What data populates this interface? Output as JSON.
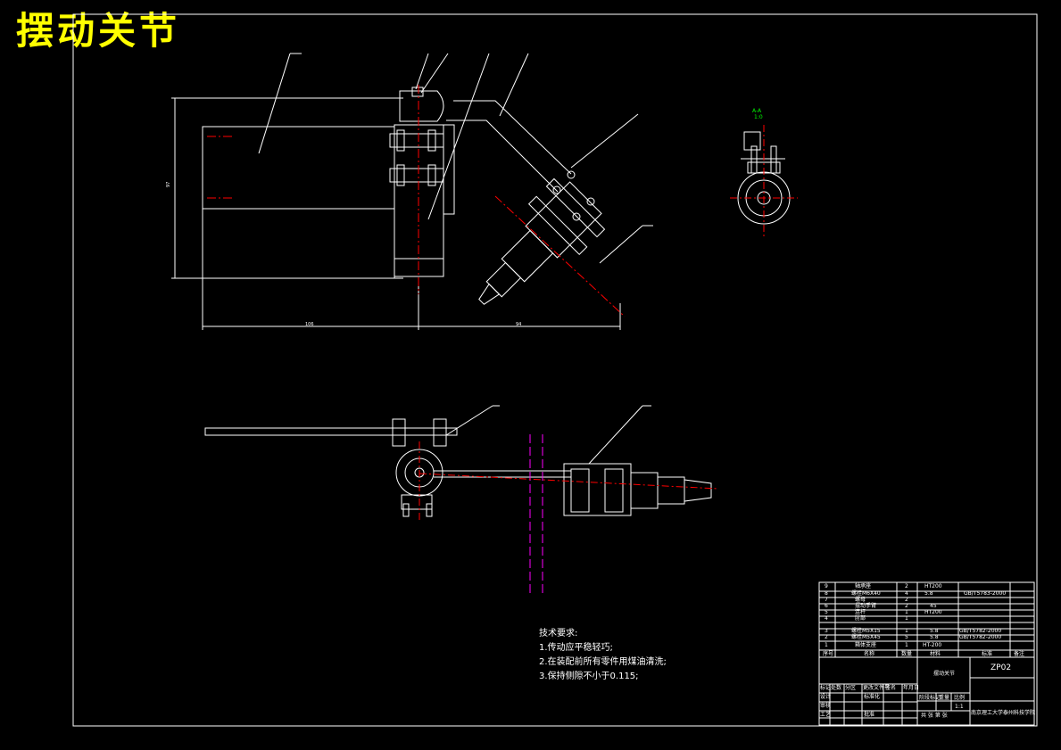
{
  "drawing": {
    "title": "摆动关节",
    "drawing_number": "ZP02",
    "assembly_name": "摆动关节",
    "institution": "南京理工大学泰州科技学院",
    "scale": "1:1"
  },
  "dimensions": {
    "height_dim": "97",
    "left_dim": "106",
    "right_dim": "94",
    "section_label": "A-A",
    "section_scale": "1:0"
  },
  "tech_requirements": {
    "heading": "技术要求:",
    "items": [
      "1.传动应平稳轻巧;",
      "2.在装配前所有零件用煤油清洗;",
      "3.保持侧隙不小于0.115;"
    ]
  },
  "parts_list": {
    "rows": [
      {
        "no": "9",
        "name": "轴承座",
        "qty": "2",
        "material": "HT200",
        "standard": ""
      },
      {
        "no": "8",
        "name": "螺栓M6X40",
        "qty": "4",
        "material": "5.8",
        "standard": "GB/T5783-2000"
      },
      {
        "no": "7",
        "name": "螺母",
        "qty": "2",
        "material": "",
        "standard": ""
      },
      {
        "no": "6",
        "name": "摆动手臂",
        "qty": "2",
        "material": "45",
        "standard": ""
      },
      {
        "no": "5",
        "name": "连杆",
        "qty": "1",
        "material": "HT200",
        "standard": ""
      },
      {
        "no": "4",
        "name": "肘部",
        "qty": "1",
        "material": "",
        "standard": ""
      },
      {
        "no": "3",
        "name": "螺栓M5X15",
        "qty": "1",
        "material": "5.8",
        "standard": "GB/T5782-2000"
      },
      {
        "no": "2",
        "name": "螺栓M5X45",
        "qty": "5",
        "material": "5.8",
        "standard": "GB/T5782-2000"
      },
      {
        "no": "1",
        "name": "箱体支座",
        "qty": "1",
        "material": "HT-200",
        "standard": ""
      }
    ],
    "header": {
      "no": "序号",
      "name": "名称",
      "qty": "数量",
      "material": "材料",
      "standard": "标准",
      "note": "备注"
    }
  },
  "title_block": {
    "row_labels": [
      "标记",
      "处数",
      "分区",
      "更改文件号",
      "签名",
      "年月日"
    ],
    "design": "设计",
    "standardize": "标准化",
    "check": "审核",
    "process": "工艺",
    "approve": "批准",
    "stage_mark": "阶段标记",
    "weight": "重量",
    "ratio": "比例",
    "sheets": "共 张 第 张"
  },
  "colors": {
    "background": "#000000",
    "line": "#ffffff",
    "title": "#ffff00",
    "center_line": "#ff0000",
    "hidden": "#ff00ff",
    "dim_text": "#00ff00"
  }
}
